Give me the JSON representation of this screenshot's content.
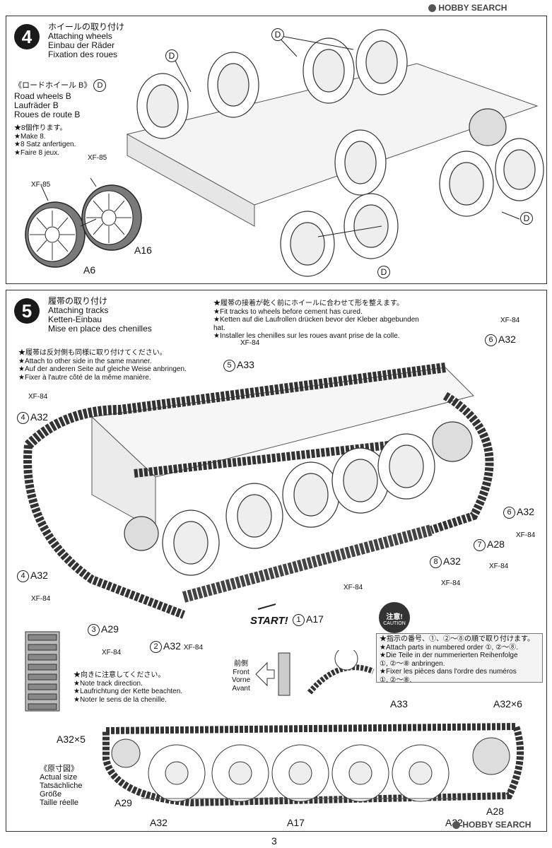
{
  "watermark": "HOBBY SEARCH",
  "page_number": "3",
  "step4": {
    "number": "4",
    "title_jp": "ホイールの取り付け",
    "title_en": "Attaching wheels",
    "title_de": "Einbau der Räder",
    "title_fr": "Fixation des roues",
    "sub_jp": "《ロードホイール B》",
    "sub_tag": "D",
    "sub_en": "Road wheels B",
    "sub_de": "Laufräder B",
    "sub_fr": "Roues de route B",
    "note_jp": "★8個作ります。",
    "note_en": "★Make 8.",
    "note_de": "★8 Satz anfertigen.",
    "note_fr": "★Faire 8 jeux.",
    "paint1": "XF-85",
    "paint2": "XF-85",
    "part_a16": "A16",
    "part_a6": "A6",
    "d_label": "D"
  },
  "step5": {
    "number": "5",
    "title_jp": "履帯の取り付け",
    "title_en": "Attaching tracks",
    "title_de": "Ketten-Einbau",
    "title_fr": "Mise en place des chenilles",
    "note1_jp": "★履帯の接着が乾く前にホイールに合わせて形を整えます。",
    "note1_en": "★Fit tracks to wheels before cement has cured.",
    "note1_de": "★Ketten auf die Laufrollen drücken bevor der Kleber abgebunden hat.",
    "note1_fr": "★Installer les chenilles sur les roues avant prise de la colle.",
    "note2_jp": "★履帯は反対側も同様に取り付けてください。",
    "note2_en": "★Attach to other side in the same manner.",
    "note2_de": "★Auf der anderen Seite auf gleiche Weise anbringen.",
    "note2_fr": "★Fixer à l'autre côté de la même manière.",
    "labels": {
      "xf84": "XF-84",
      "n5": "5",
      "a33": "A33",
      "n4": "4",
      "a32": "A32",
      "n6": "6",
      "n7": "7",
      "a28": "A28",
      "n8": "8",
      "n3": "3",
      "a29": "A29",
      "n2": "2",
      "n1": "1",
      "a17": "A17",
      "start": "START!"
    },
    "caution_badge_jp": "注意!",
    "caution_badge_en": "CAUTION",
    "caution_jp": "★指示の番号、①、②〜⑧の順で取り付けます。",
    "caution_en": "★Attach parts in numbered order ①, ②〜⑧.",
    "caution_de1": "★Die Teile in der nummerierten Reihenfolge",
    "caution_de2": "①, ②〜⑧ anbringen.",
    "caution_fr1": "★Fixer les pièces dans l'ordre des numéros",
    "caution_fr2": "①, ②〜⑧.",
    "direction_jp": "★向きに注意してください。",
    "direction_en": "★Note track direction.",
    "direction_de": "★Laufrichtung der Kette beachten.",
    "direction_fr": "★Noter le sens de la chenille.",
    "front_jp": "前側",
    "front_en": "Front",
    "front_de": "Vorne",
    "front_fr": "Avant",
    "actual_jp": "《原寸図》",
    "actual_en": "Actual size",
    "actual_de": "Tatsächliche",
    "actual_de2": "Größe",
    "actual_fr": "Taille réelle",
    "side_a33": "A33",
    "side_a32x6": "A32×6",
    "side_a32x5": "A32×5",
    "side_a29": "A29",
    "side_a32_left": "A32",
    "side_a17": "A17",
    "side_a32_right": "A32",
    "side_a28": "A28"
  }
}
